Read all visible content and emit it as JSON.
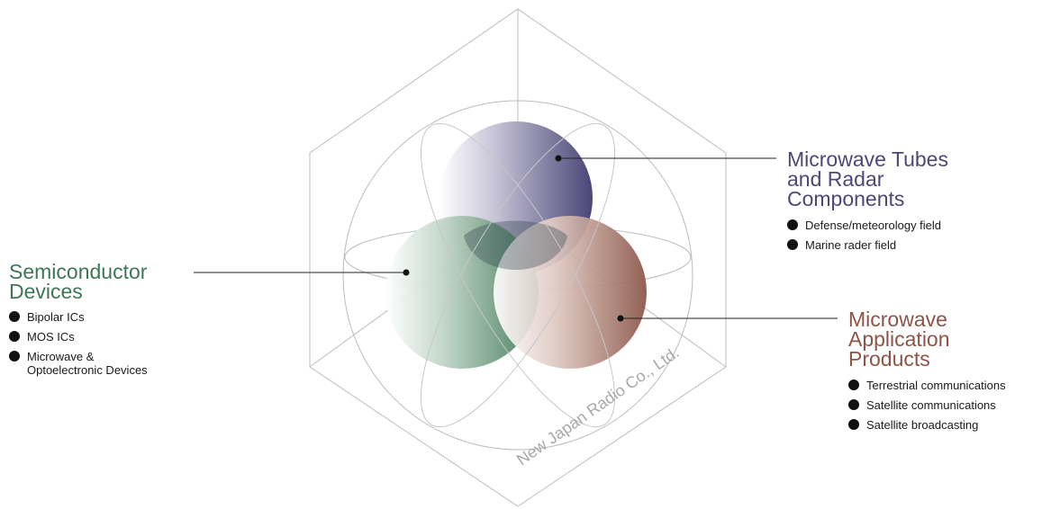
{
  "company": "New Japan Radio Co., Ltd.",
  "colors": {
    "semiconductor": "#3f7656",
    "tubes": "#4d4877",
    "application": "#8c5546",
    "frame": "#bcbcbc"
  },
  "semiconductor": {
    "title": "Semiconductor Devices",
    "items": [
      "Bipolar ICs",
      "MOS ICs",
      "Microwave &\nOptoelectronic Devices"
    ]
  },
  "tubes": {
    "title": "Microwave Tubes and Radar Components",
    "items": [
      "Defense/meteorology field",
      "Marine rader field"
    ]
  },
  "application": {
    "title": "Microwave Application Products",
    "items": [
      "Terrestrial communications",
      "Satellite communications",
      "Satellite broadcasting"
    ]
  }
}
